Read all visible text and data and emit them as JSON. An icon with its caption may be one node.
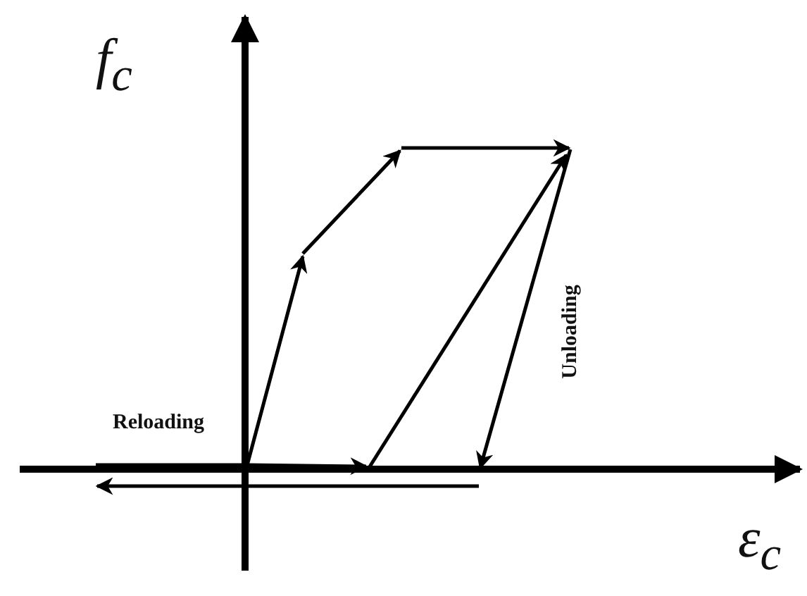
{
  "diagram": {
    "labels": [
      "f$_{c}$",
      "Reloading",
      "Unloading",
      "ε$_{c}$"
    ]
  }
}
